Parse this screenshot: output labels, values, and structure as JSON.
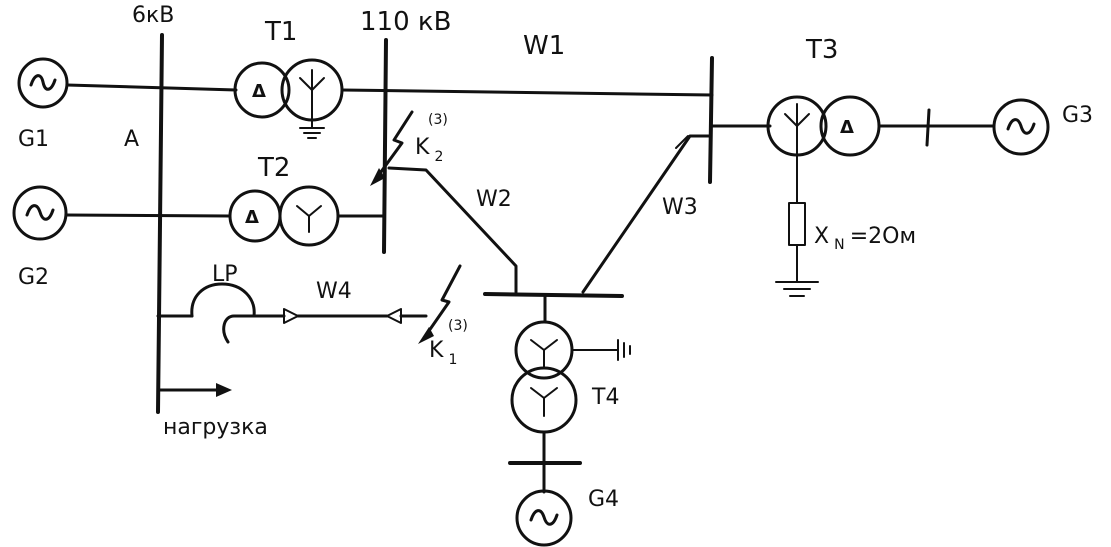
{
  "bus_labels": {
    "bus_6kv": "6кВ",
    "bus_110kv": "110 кВ",
    "node_a": "A"
  },
  "generators": {
    "g1": "G1",
    "g2": "G2",
    "g3": "G3",
    "g4": "G4",
    "sine": "~"
  },
  "transformers": {
    "t1": "T1",
    "t2": "T2",
    "t3": "T3",
    "t4": "T4",
    "delta": "Δ"
  },
  "lines": {
    "w1": "W1",
    "w2": "W2",
    "w3": "W3",
    "w4": "W4"
  },
  "reactor": "LP",
  "faults": {
    "k1_main": "K",
    "k1_sub": "1",
    "k1_sup": "(3)",
    "k2_main": "K",
    "k2_sub": "2",
    "k2_sup": "(3)"
  },
  "neutral_resistor": {
    "main": "X",
    "sub": "N",
    "rest": "=2Ом"
  },
  "load": "нагрузка"
}
